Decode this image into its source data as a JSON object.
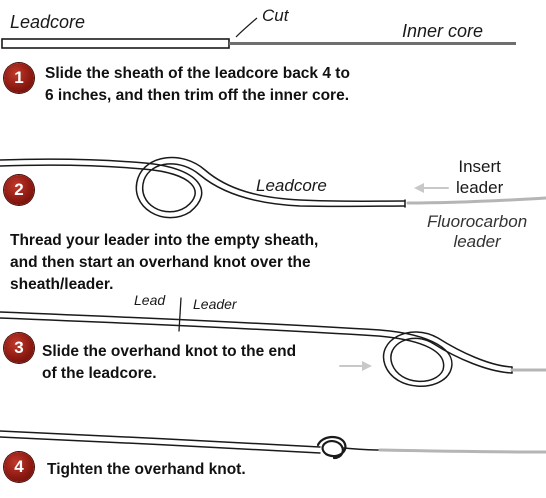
{
  "labels": {
    "leadcore_top": "Leadcore",
    "cut": "Cut",
    "inner_core": "Inner core",
    "leadcore_mid": "Leadcore",
    "insert_leader": "Insert\nleader",
    "fluorocarbon_leader": "Fluorocarbon\nleader",
    "lead": "Lead",
    "leader": "Leader"
  },
  "steps": [
    {
      "number": "1",
      "text": "Slide the sheath of the leadcore back 4 to\n6 inches, and then trim off the inner core."
    },
    {
      "number": "2",
      "text": "Thread your leader into the empty sheath,\nand then start an overhand knot over the\nsheath/leader."
    },
    {
      "number": "3",
      "text": "Slide the overhand knot to the end\nof the leadcore."
    },
    {
      "number": "4",
      "text": "Tighten the overhand knot."
    }
  ],
  "colors": {
    "badge": "#8e1a12",
    "line": "#1a1a1a",
    "leader_gray": "#b5b5b5",
    "arrow_gray": "#c8c8c8"
  }
}
